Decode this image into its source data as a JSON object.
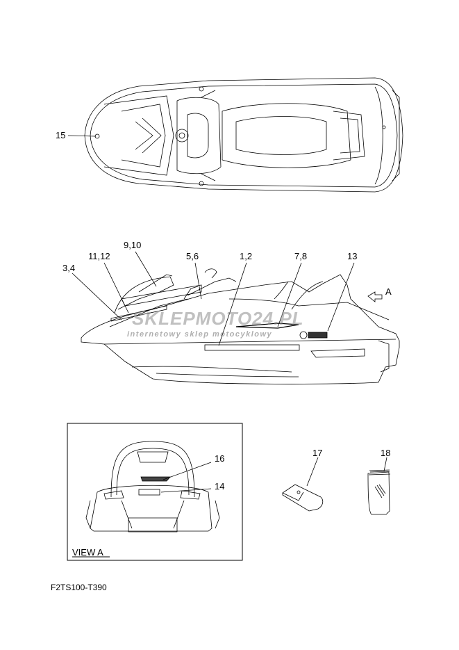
{
  "diagram": {
    "code": "F2TS100-T390",
    "view_label": "VIEW A",
    "view_arrow_label": "A",
    "callouts": {
      "c15": "15",
      "c9_10": "9,10",
      "c11_12": "11,12",
      "c3_4": "3,4",
      "c5_6": "5,6",
      "c1_2": "1,2",
      "c7_8": "7,8",
      "c13": "13",
      "c16": "16",
      "c14": "14",
      "c17": "17",
      "c18": "18"
    }
  },
  "watermark": {
    "brand": "SKLEPMOTO24.PL",
    "tagline": "internetowy sklep motocyklowy"
  },
  "colors": {
    "line": "#000000",
    "watermark_gray": "#9a9a9a",
    "watermark_red": "#e03030"
  }
}
